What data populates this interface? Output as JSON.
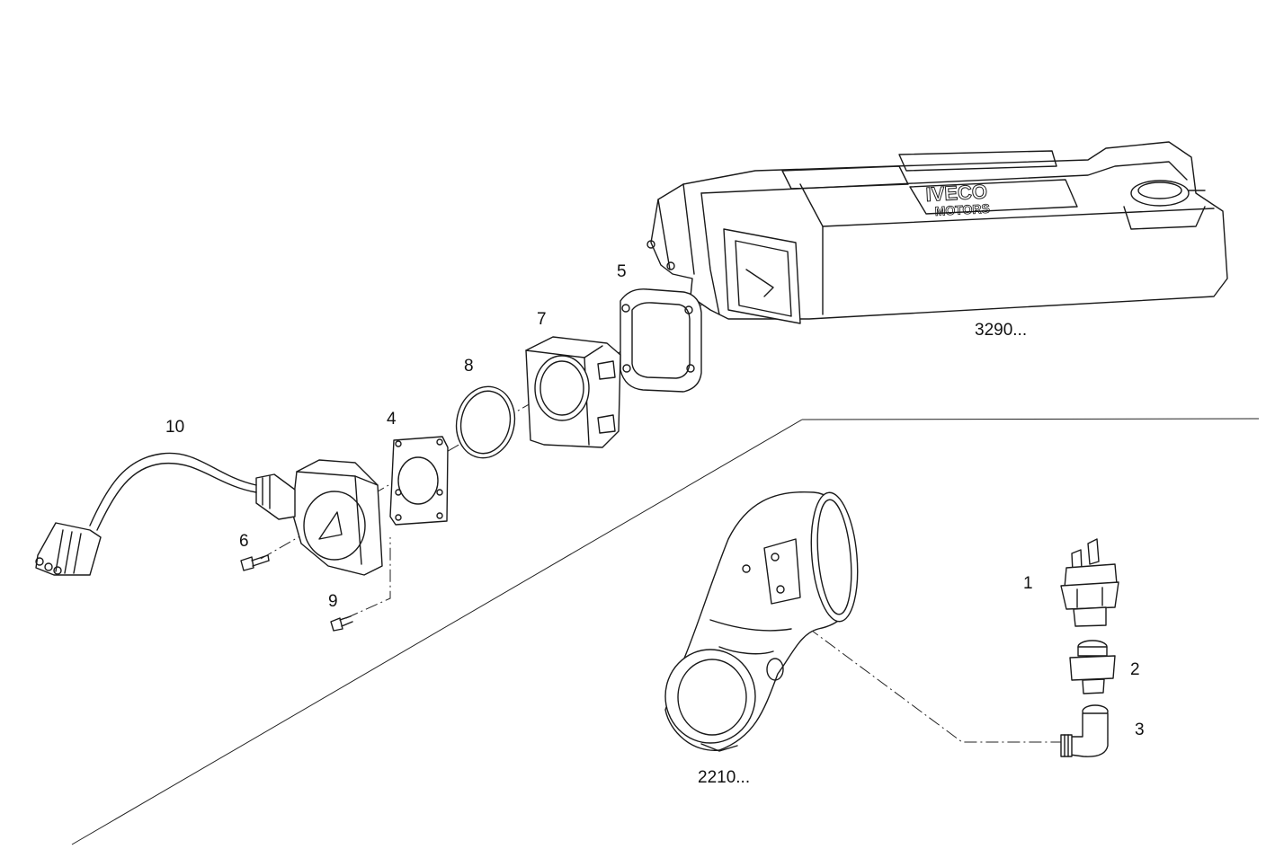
{
  "callouts": {
    "c1": "1",
    "c2": "2",
    "c3": "3",
    "c4": "4",
    "c5": "5",
    "c6": "6",
    "c7": "7",
    "c8": "8",
    "c9": "9",
    "c10": "10",
    "ref_cover": "3290...",
    "ref_pipe": "2210..."
  },
  "branding": {
    "cover_logo_line1": "IVECO",
    "cover_logo_line2": "MOTORS"
  }
}
